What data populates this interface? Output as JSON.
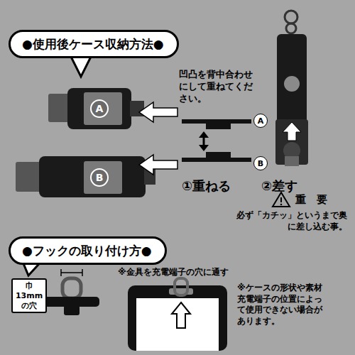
{
  "diagram": {
    "nodes": [
      {
        "text": [
          "●使用後ケース収納方法●"
        ]
      },
      {
        "text": [
          "A"
        ]
      },
      {
        "text": [
          "A"
        ]
      },
      {
        "text": [
          "B"
        ]
      },
      {
        "text": [
          "B"
        ]
      },
      {
        "text": [
          "●フックの取り付け方●"
        ]
      },
      {
        "text": [
          "巾13mm の穴"
        ]
      }
    ],
    "labels": [
      "凹凸を背中合わせにして重ねてください。",
      "①重ねる",
      "②差す",
      "重　要",
      "必ず「カチッ」というまで奥に差し込む事。",
      "※金具を充電端子の穴に通す",
      "※ケースの形状や素材充電端子の位置によって使用できない場合があります。"
    ]
  }
}
